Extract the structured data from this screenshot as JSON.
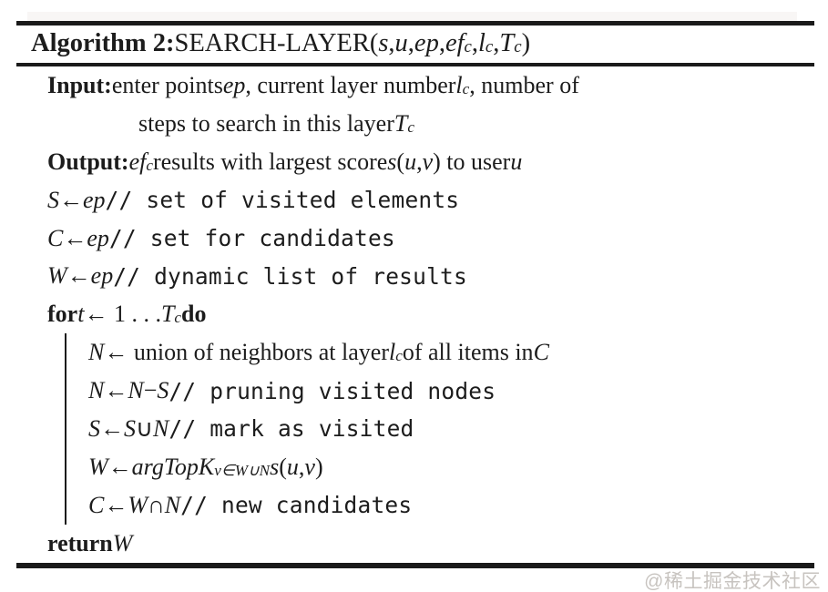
{
  "colors": {
    "text": "#1c1c1c",
    "rule": "#1a1a1a",
    "watermark_gray": "#c7c3bf",
    "background": "#ffffff"
  },
  "watermark": "@稀土掘金技术社区",
  "algorithm": {
    "title": {
      "segments": [
        {
          "t": "Algorithm 2: ",
          "s": "b"
        },
        {
          "t": "SEARCH-LAYER(",
          "s": "r"
        },
        {
          "t": "s",
          "s": "i"
        },
        {
          "t": ", ",
          "s": "r"
        },
        {
          "t": "u",
          "s": "i"
        },
        {
          "t": ", ",
          "s": "r"
        },
        {
          "t": "ep",
          "s": "i"
        },
        {
          "t": ", ",
          "s": "r"
        },
        {
          "t": "ef",
          "s": "i"
        },
        {
          "t": "c",
          "s": "sub"
        },
        {
          "t": ", ",
          "s": "r"
        },
        {
          "t": "l",
          "s": "i"
        },
        {
          "t": "c",
          "s": "sub"
        },
        {
          "t": ", ",
          "s": "r"
        },
        {
          "t": "T",
          "s": "i"
        },
        {
          "t": "c",
          "s": "sub"
        },
        {
          "t": ")",
          "s": "r"
        }
      ]
    },
    "lines": [
      {
        "indent": "base",
        "segments": [
          {
            "t": "Input: ",
            "s": "b"
          },
          {
            "t": "enter points ",
            "s": "r"
          },
          {
            "t": "ep",
            "s": "i"
          },
          {
            "t": ", current layer number ",
            "s": "r"
          },
          {
            "t": "l",
            "s": "i"
          },
          {
            "t": "c",
            "s": "sub"
          },
          {
            "t": ", number of",
            "s": "r"
          }
        ]
      },
      {
        "indent": "cont",
        "segments": [
          {
            "t": "steps to search in this layer ",
            "s": "r"
          },
          {
            "t": "T",
            "s": "i"
          },
          {
            "t": "c",
            "s": "sub"
          }
        ]
      },
      {
        "indent": "base",
        "segments": [
          {
            "t": "Output: ",
            "s": "b"
          },
          {
            "t": "ef",
            "s": "i"
          },
          {
            "t": "c",
            "s": "sub"
          },
          {
            "t": " results with largest score ",
            "s": "r"
          },
          {
            "t": "s",
            "s": "i"
          },
          {
            "t": "(",
            "s": "r"
          },
          {
            "t": "u",
            "s": "i"
          },
          {
            "t": ", ",
            "s": "r"
          },
          {
            "t": "v",
            "s": "i"
          },
          {
            "t": ") to user ",
            "s": "r"
          },
          {
            "t": "u",
            "s": "i"
          }
        ]
      },
      {
        "indent": "base",
        "segments": [
          {
            "t": "S",
            "s": "i"
          },
          {
            "t": " ← ",
            "s": "r"
          },
          {
            "t": "ep",
            "s": "i"
          },
          {
            "t": " ",
            "s": "r"
          },
          {
            "t": "// set of visited elements",
            "s": "m"
          }
        ]
      },
      {
        "indent": "base",
        "segments": [
          {
            "t": "C",
            "s": "i"
          },
          {
            "t": " ← ",
            "s": "r"
          },
          {
            "t": "ep",
            "s": "i"
          },
          {
            "t": " ",
            "s": "r"
          },
          {
            "t": "// set for candidates",
            "s": "m"
          }
        ]
      },
      {
        "indent": "base",
        "segments": [
          {
            "t": "W",
            "s": "i"
          },
          {
            "t": " ← ",
            "s": "r"
          },
          {
            "t": "ep",
            "s": "i"
          },
          {
            "t": " ",
            "s": "r"
          },
          {
            "t": "// dynamic list of results",
            "s": "m"
          }
        ]
      },
      {
        "indent": "base",
        "segments": [
          {
            "t": "for ",
            "s": "b"
          },
          {
            "t": "t",
            "s": "i"
          },
          {
            "t": " ← 1 . . . ",
            "s": "r"
          },
          {
            "t": "T",
            "s": "i"
          },
          {
            "t": "c",
            "s": "sub"
          },
          {
            "t": " ",
            "s": "r"
          },
          {
            "t": "do",
            "s": "b"
          }
        ]
      },
      {
        "indent": "body",
        "segments": [
          {
            "t": "N",
            "s": "i"
          },
          {
            "t": " ← union of neighbors at layer ",
            "s": "r"
          },
          {
            "t": "l",
            "s": "i"
          },
          {
            "t": "c",
            "s": "sub"
          },
          {
            "t": " of all items in ",
            "s": "r"
          },
          {
            "t": "C",
            "s": "i"
          }
        ]
      },
      {
        "indent": "body",
        "segments": [
          {
            "t": "N",
            "s": "i"
          },
          {
            "t": " ← ",
            "s": "r"
          },
          {
            "t": "N",
            "s": "i"
          },
          {
            "t": " − ",
            "s": "r"
          },
          {
            "t": "S",
            "s": "i"
          },
          {
            "t": " ",
            "s": "r"
          },
          {
            "t": "// pruning visited nodes",
            "s": "m"
          }
        ]
      },
      {
        "indent": "body",
        "segments": [
          {
            "t": "S",
            "s": "i"
          },
          {
            "t": " ← ",
            "s": "r"
          },
          {
            "t": "S",
            "s": "i"
          },
          {
            "t": " ∪ ",
            "s": "r"
          },
          {
            "t": "N",
            "s": "i"
          },
          {
            "t": " ",
            "s": "r"
          },
          {
            "t": "// mark as visited",
            "s": "m"
          }
        ]
      },
      {
        "indent": "body",
        "segments": [
          {
            "t": "W",
            "s": "i"
          },
          {
            "t": " ← ",
            "s": "r"
          },
          {
            "t": "argTopK",
            "s": "i"
          },
          {
            "t": "v∈W∪N",
            "s": "sub"
          },
          {
            "t": "s",
            "s": "i"
          },
          {
            "t": "(",
            "s": "r"
          },
          {
            "t": "u",
            "s": "i"
          },
          {
            "t": ", ",
            "s": "r"
          },
          {
            "t": "v",
            "s": "i"
          },
          {
            "t": ")",
            "s": "r"
          }
        ]
      },
      {
        "indent": "body",
        "segments": [
          {
            "t": "C",
            "s": "i"
          },
          {
            "t": " ← ",
            "s": "r"
          },
          {
            "t": "W",
            "s": "i"
          },
          {
            "t": " ∩ ",
            "s": "r"
          },
          {
            "t": "N",
            "s": "i"
          },
          {
            "t": " ",
            "s": "r"
          },
          {
            "t": "// new candidates",
            "s": "m"
          }
        ]
      },
      {
        "indent": "base",
        "segments": [
          {
            "t": "return ",
            "s": "b"
          },
          {
            "t": "W",
            "s": "i"
          }
        ]
      }
    ]
  }
}
